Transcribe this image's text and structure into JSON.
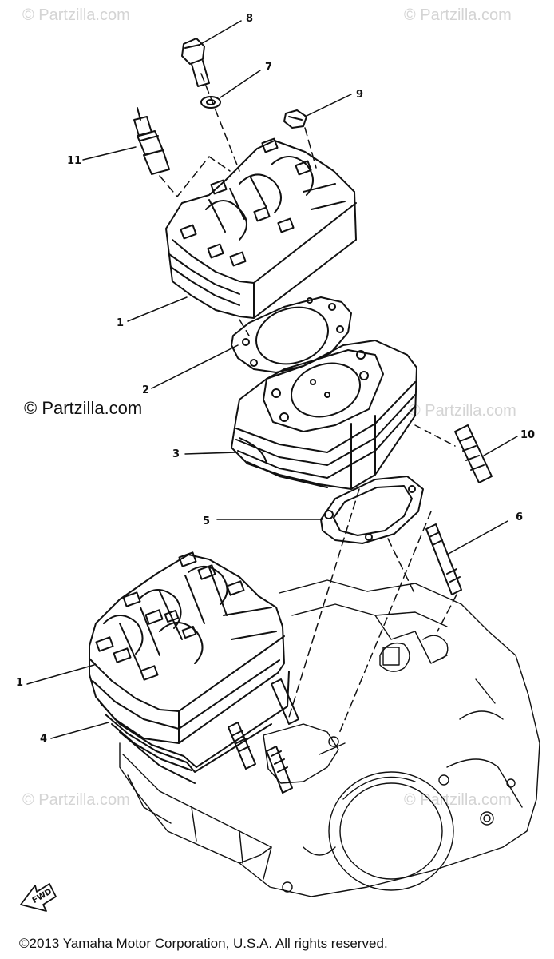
{
  "watermarks": {
    "top_left": "© Partzilla.com",
    "top_right": "© Partzilla.com",
    "middle_left": "© Partzilla.com",
    "middle_right": "© Partzilla.com",
    "bottom_left": "© Partzilla.com",
    "bottom_right": "© Partzilla.com"
  },
  "callouts": {
    "c1_upper": "1",
    "c1_lower": "1",
    "c2": "2",
    "c3": "3",
    "c4": "4",
    "c5": "5",
    "c6": "6",
    "c7": "7",
    "c8": "8",
    "c9": "9",
    "c10": "10",
    "c11": "11"
  },
  "fwd_label": "FWD",
  "copyright": "©2013  Yamaha Motor Corporation, U.S.A. All rights reserved."
}
